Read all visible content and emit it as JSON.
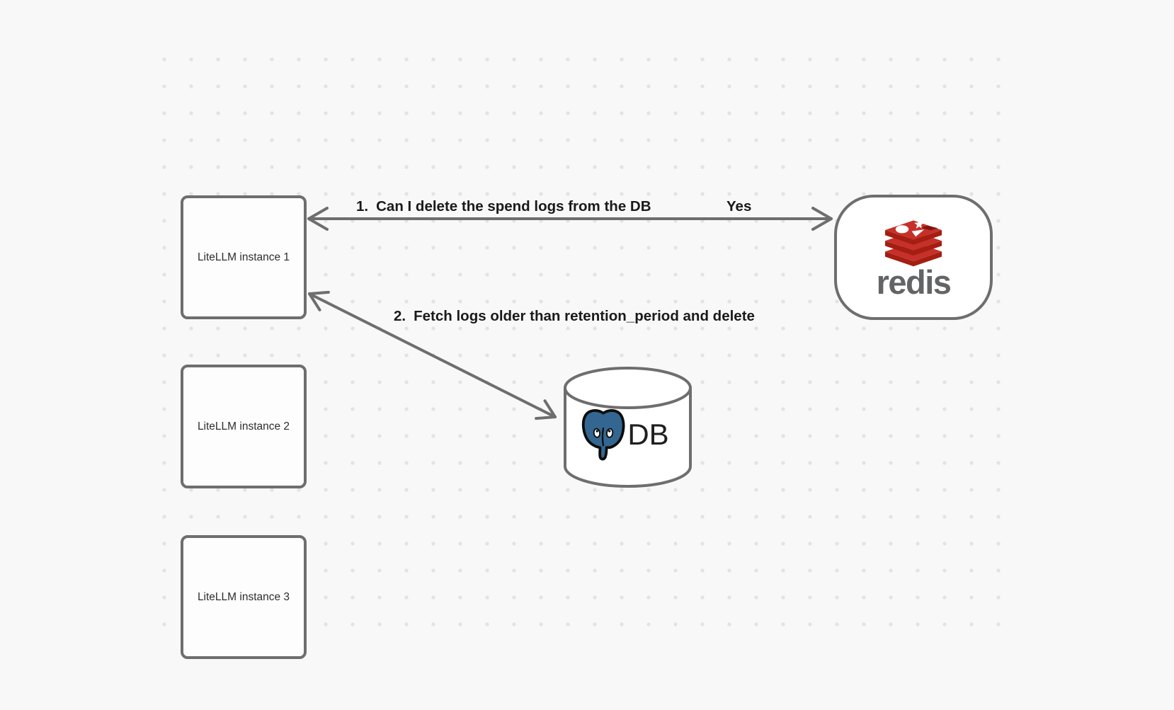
{
  "canvas": {
    "background": "#f8f8f8",
    "dot_color": "#e3e3e3",
    "stroke_color": "#6e6e6e"
  },
  "nodes": {
    "litellm_instances": [
      "LiteLLM instance 1",
      "LiteLLM instance 2",
      "LiteLLM instance 3"
    ],
    "redis": {
      "label": "redis",
      "brand_red": "#c6302b",
      "brand_red_dark": "#a41e11",
      "wordmark_color": "#626466"
    },
    "database": {
      "label": "DB",
      "postgres_blue": "#336791"
    }
  },
  "arrows": [
    {
      "id": "arrow-1",
      "from": "LiteLLM instance 1",
      "to": "redis",
      "direction": "bidirectional",
      "label_num": "1.",
      "label": "Can I delete the spend logs from the DB",
      "response": "Yes"
    },
    {
      "id": "arrow-2",
      "from": "LiteLLM instance 1",
      "to": "DB",
      "direction": "bidirectional",
      "label_num": "2.",
      "label": "Fetch logs older than retention_period and delete"
    }
  ]
}
